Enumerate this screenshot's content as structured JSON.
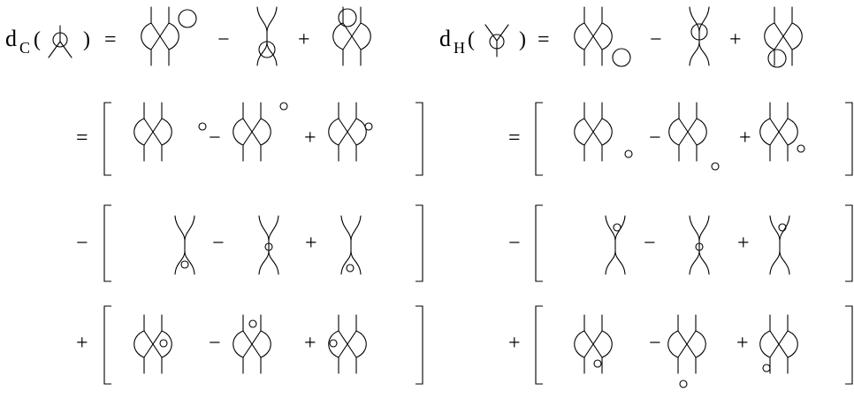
{
  "left_equation": {
    "operator": "d",
    "operator_subscript": "C",
    "row1_signs": [
      "=",
      "−",
      "+"
    ],
    "row2_signs": [
      "=",
      "−",
      "+"
    ],
    "row3_signs": [
      "−",
      "−",
      "+"
    ],
    "row4_signs": [
      "+",
      "−",
      "+"
    ]
  },
  "right_equation": {
    "operator": "d",
    "operator_subscript": "H",
    "row1_signs": [
      "=",
      "−",
      "+"
    ],
    "row2_signs": [
      "=",
      "−",
      "+"
    ],
    "row3_signs": [
      "−",
      "−",
      "+"
    ],
    "row4_signs": [
      "+",
      "−",
      "+"
    ]
  },
  "parentheses": [
    "(",
    ")"
  ]
}
